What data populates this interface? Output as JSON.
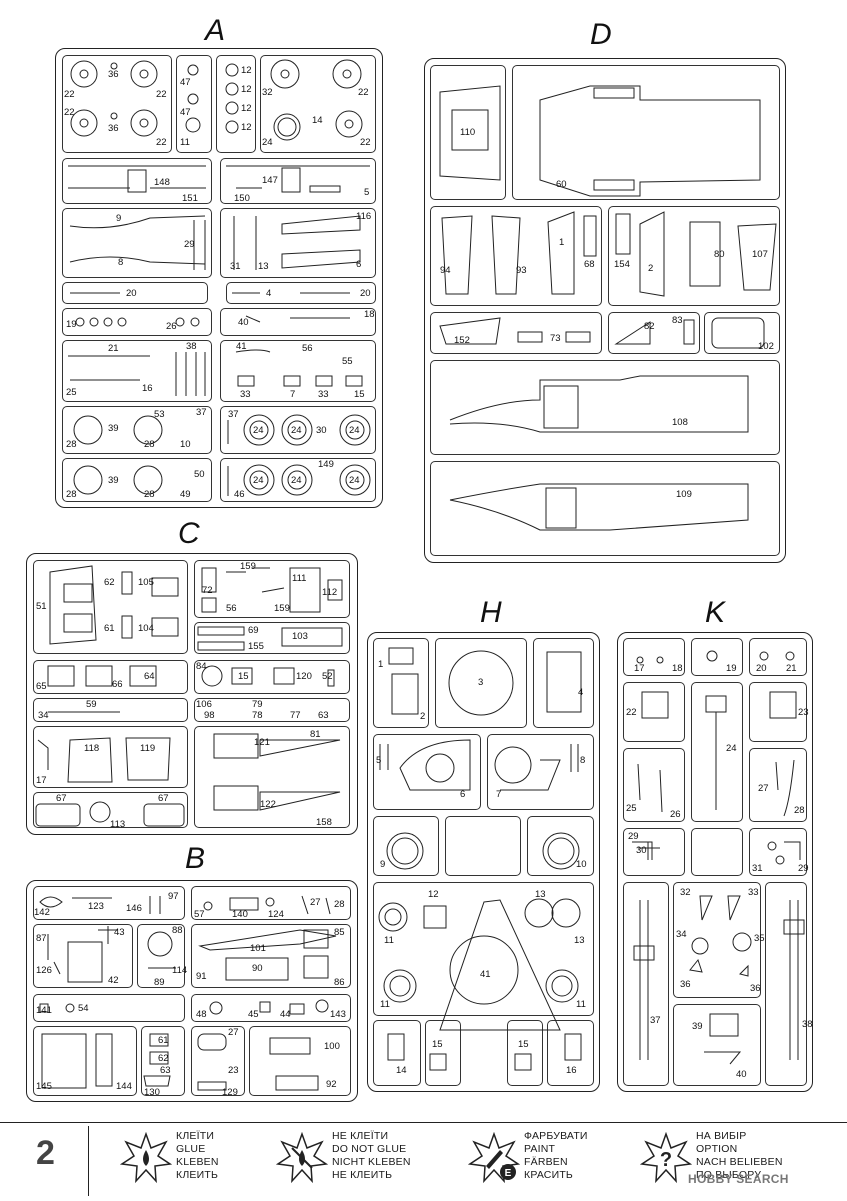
{
  "page_number": "2",
  "sprues": {
    "A": {
      "letter": "A",
      "numbers": [
        "22",
        "36",
        "22",
        "22",
        "36",
        "22",
        "47",
        "47",
        "11",
        "12",
        "12",
        "12",
        "12",
        "32",
        "22",
        "24",
        "14",
        "22",
        "148",
        "151",
        "147",
        "150",
        "5",
        "9",
        "8",
        "29",
        "31",
        "13",
        "116",
        "6",
        "20",
        "4",
        "20",
        "19",
        "26",
        "40",
        "18",
        "21",
        "38",
        "41",
        "56",
        "55",
        "25",
        "16",
        "33",
        "7",
        "33",
        "15",
        "28",
        "39",
        "28",
        "53",
        "10",
        "37",
        "37",
        "24",
        "24",
        "30",
        "24",
        "28",
        "39",
        "28",
        "50",
        "49",
        "46",
        "24",
        "24",
        "149",
        "24"
      ]
    },
    "D": {
      "letter": "D",
      "numbers": [
        "110",
        "60",
        "94",
        "93",
        "1",
        "68",
        "154",
        "2",
        "80",
        "107",
        "152",
        "73",
        "82",
        "83",
        "102",
        "108",
        "109"
      ]
    },
    "C": {
      "letter": "C",
      "numbers": [
        "51",
        "62",
        "105",
        "61",
        "104",
        "72",
        "159",
        "56",
        "159",
        "111",
        "112",
        "69",
        "155",
        "103",
        "65",
        "66",
        "64",
        "84",
        "15",
        "120",
        "52",
        "59",
        "34",
        "106",
        "98",
        "79",
        "78",
        "77",
        "63",
        "17",
        "118",
        "119",
        "121",
        "81",
        "122",
        "67",
        "113",
        "67",
        "158"
      ]
    },
    "H": {
      "letter": "H",
      "numbers": [
        "1",
        "2",
        "3",
        "4",
        "5",
        "6",
        "7",
        "8",
        "9",
        "10",
        "12",
        "13",
        "13",
        "11",
        "41",
        "11",
        "11",
        "14",
        "15",
        "15",
        "16"
      ]
    },
    "K": {
      "letter": "K",
      "numbers": [
        "17",
        "18",
        "19",
        "20",
        "21",
        "22",
        "24",
        "23",
        "25",
        "26",
        "27",
        "28",
        "29",
        "30",
        "29",
        "31",
        "32",
        "33",
        "34",
        "35",
        "36",
        "36",
        "37",
        "38",
        "39",
        "40"
      ]
    },
    "B": {
      "letter": "B",
      "numbers": [
        "142",
        "123",
        "146",
        "97",
        "57",
        "140",
        "124",
        "27",
        "28",
        "87",
        "43",
        "126",
        "42",
        "88",
        "89",
        "114",
        "101",
        "91",
        "90",
        "85",
        "86",
        "141",
        "54",
        "48",
        "45",
        "44",
        "143",
        "145",
        "144",
        "61",
        "62",
        "63",
        "130",
        "27",
        "23",
        "129",
        "100",
        "92"
      ]
    }
  },
  "legend": [
    {
      "icon": "glue-icon",
      "lines": [
        "КЛЕЇТИ",
        "GLUE",
        "KLEBEN",
        "КЛЕИТЬ"
      ]
    },
    {
      "icon": "no-glue-icon",
      "lines": [
        "НЕ КЛЕЇТИ",
        "DO NOT GLUE",
        "NICHT KLEBEN",
        "НЕ КЛЕИТЬ"
      ]
    },
    {
      "icon": "paint-icon",
      "lines": [
        "ФАРБУВАТИ",
        "PAINT",
        "FÄRBEN",
        "КРАСИТЬ"
      ]
    },
    {
      "icon": "option-icon",
      "lines": [
        "НА ВИБІР",
        "OPTION",
        "NACH BELIEBEN",
        "ПО ВЫБОРУ"
      ]
    }
  ],
  "legend_paint_badge": "E",
  "watermark": "HOBBY SEARCH"
}
